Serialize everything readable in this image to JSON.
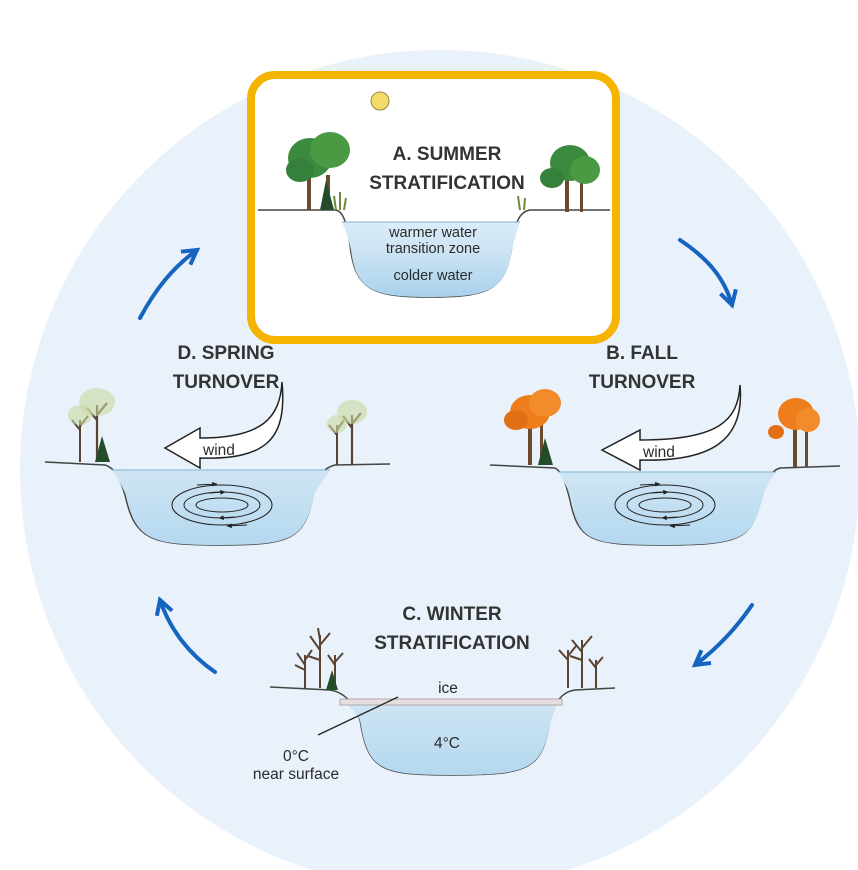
{
  "colors": {
    "background_circle": "#e9f1fa",
    "highlight_box": "#f5b400",
    "arrow": "#1565c0",
    "water": "#bfdcef",
    "water_deep": "#8fc3e3",
    "summer_foliage": "#3c8a3f",
    "fall_foliage": "#ef7d1c",
    "sun": "#f3dc6a"
  },
  "summer": {
    "title_line1": "A. SUMMER",
    "title_line2": "STRATIFICATION",
    "warm_label": "warmer water",
    "transition_label": "transition zone",
    "cold_label": "colder water"
  },
  "fall": {
    "title_line1": "B. FALL",
    "title_line2": "TURNOVER",
    "wind_label": "wind"
  },
  "winter": {
    "title_line1": "C. WINTER",
    "title_line2": "STRATIFICATION",
    "ice_label": "ice",
    "deep_label": "4°C",
    "surface_label_line1": "0°C",
    "surface_label_line2": "near surface"
  },
  "spring": {
    "title_line1": "D. SPRING",
    "title_line2": "TURNOVER",
    "wind_label": "wind"
  },
  "icons": [
    "sun-icon",
    "tree-icon",
    "bare-tree-icon",
    "cycle-arrow-icon",
    "wind-arrow-icon",
    "circulation-arrows-icon"
  ]
}
